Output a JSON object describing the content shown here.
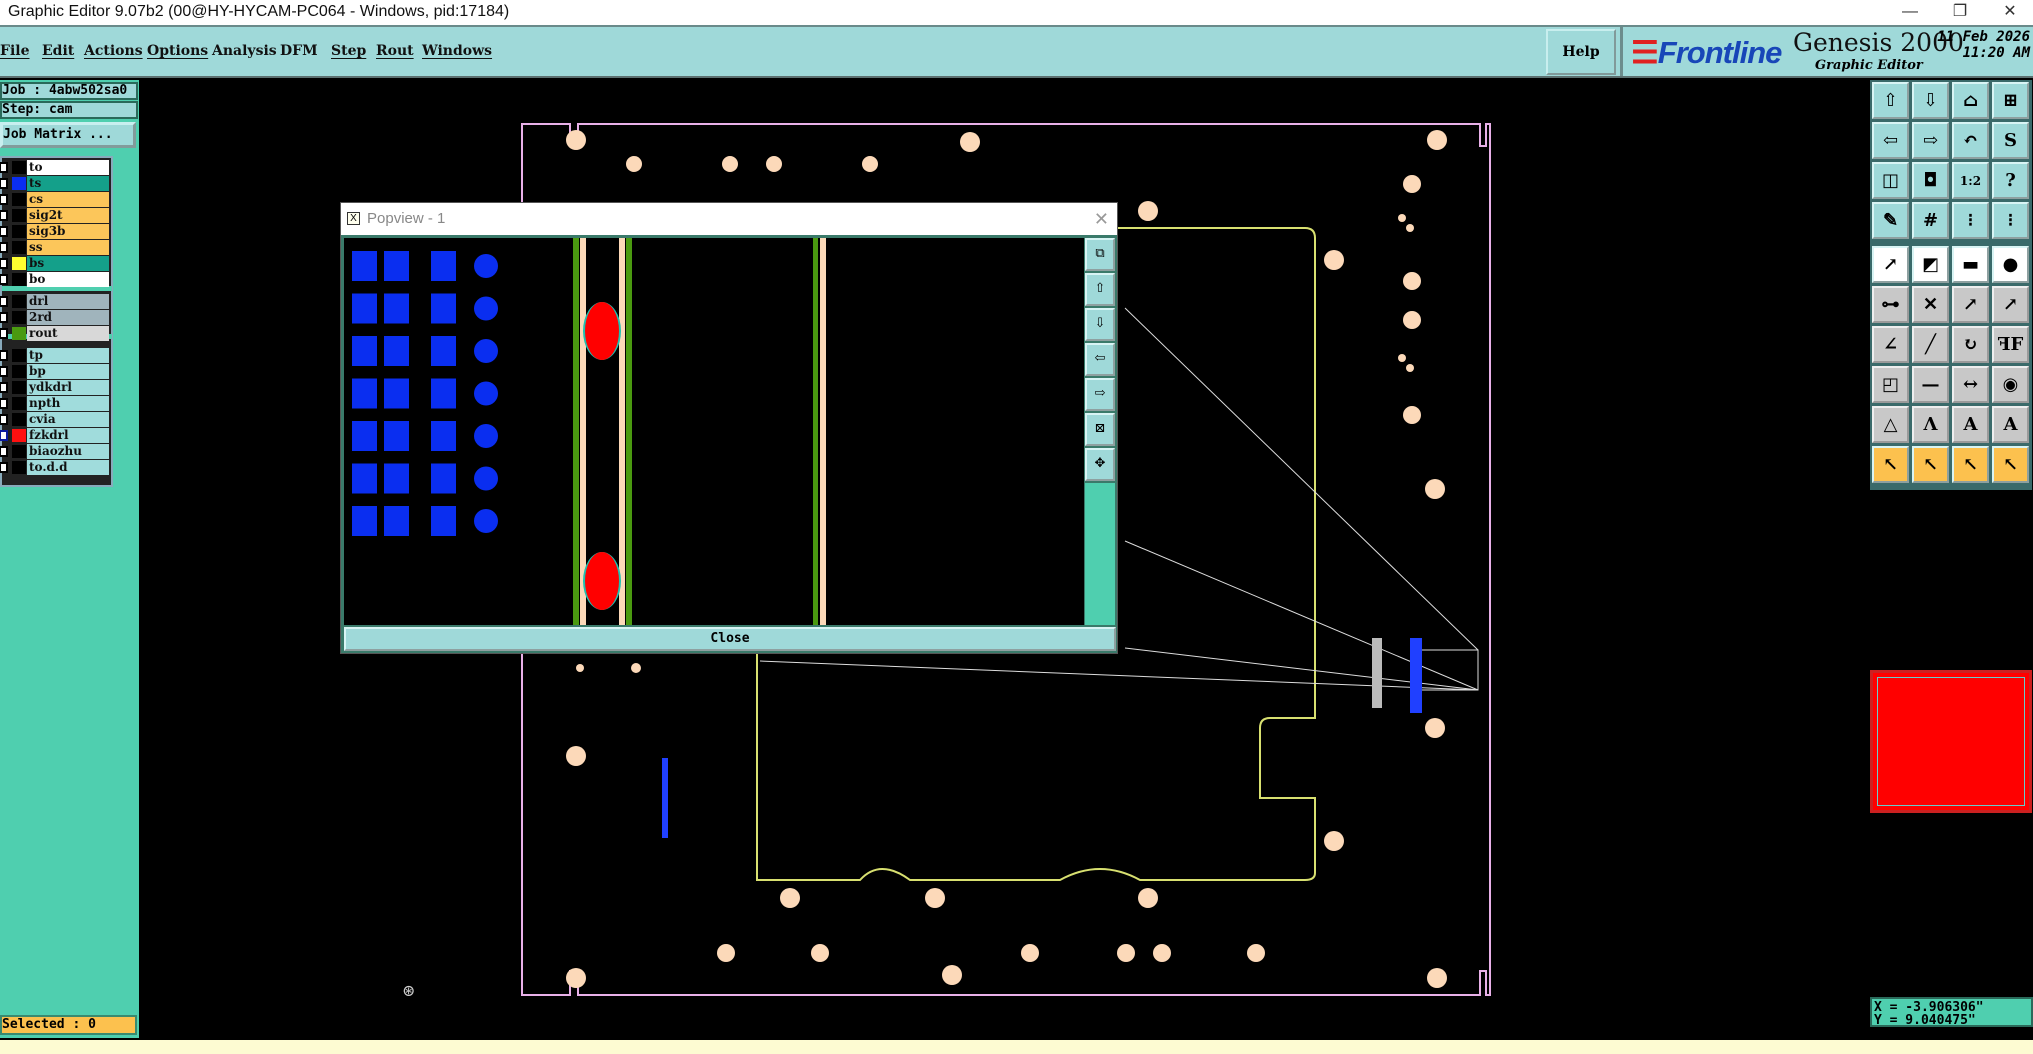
{
  "window": {
    "title": "Graphic Editor 9.07b2 (00@HY-HYCAM-PC064 - Windows, pid:17184)",
    "minimize": "—",
    "maximize": "❐",
    "close": "✕"
  },
  "menu": [
    "File",
    "Edit",
    "Actions",
    "Options",
    "Analysis",
    "DFM",
    "Step",
    "Rout",
    "Windows"
  ],
  "help": "Help",
  "brand": {
    "logo": "Frontline",
    "product": "Genesis 2000",
    "subtitle": "Graphic Editor",
    "date": "11 Feb 2026",
    "time": "11:20 AM"
  },
  "job": {
    "job_label": "Job : 4abw502sa0",
    "step_label": "Step: cam",
    "matrix_button": "Job Matrix ..."
  },
  "layers": [
    {
      "name": "to",
      "bg": "#ffffff",
      "swatch": ""
    },
    {
      "name": "ts",
      "bg": "#14a08a",
      "swatch": "#0a2ef0"
    },
    {
      "name": "cs",
      "bg": "#fcc65a",
      "swatch": ""
    },
    {
      "name": "sig2t",
      "bg": "#fcc65a",
      "swatch": ""
    },
    {
      "name": "sig3b",
      "bg": "#fcc65a",
      "swatch": ""
    },
    {
      "name": "ss",
      "bg": "#fcc65a",
      "swatch": ""
    },
    {
      "name": "bs",
      "bg": "#14a08a",
      "swatch": "#ffff30"
    },
    {
      "name": "bo",
      "bg": "#ffffff",
      "swatch": ""
    },
    {
      "name": "drl",
      "bg": "#a0b4bc",
      "swatch": ""
    },
    {
      "name": "2rd",
      "bg": "#a0b4bc",
      "swatch": ""
    },
    {
      "name": "rout",
      "bg": "#d8d8d8",
      "swatch": "#4a9a10"
    },
    {
      "name": "tp",
      "bg": "#a0dcdc",
      "swatch": ""
    },
    {
      "name": "bp",
      "bg": "#a0dcdc",
      "swatch": ""
    },
    {
      "name": "ydkdrl",
      "bg": "#a0dcdc",
      "swatch": ""
    },
    {
      "name": "npth",
      "bg": "#a0dcdc",
      "swatch": ""
    },
    {
      "name": "cvia",
      "bg": "#a0dcdc",
      "swatch": ""
    },
    {
      "name": "fzkdrl",
      "bg": "#a0dcdc",
      "swatch": "#ff1010",
      "active": true
    },
    {
      "name": "biaozhu",
      "bg": "#a0dcdc",
      "swatch": ""
    },
    {
      "name": "to.d.d",
      "bg": "#a0dcdc",
      "swatch": ""
    }
  ],
  "selected": "Selected : 0",
  "popview": {
    "title": "Popview - 1",
    "close_label": "Close"
  },
  "coords": {
    "x": "X = -3.906306\"",
    "y": "Y = 9.040475\""
  },
  "toolbar": [
    {
      "icon": "up-arrow-icon",
      "glyph": "⇧"
    },
    {
      "icon": "down-arrow-icon",
      "glyph": "⇩"
    },
    {
      "icon": "home-icon",
      "glyph": "⌂"
    },
    {
      "icon": "grid-xy-icon",
      "glyph": "⊞"
    },
    {
      "icon": "pan-left-icon",
      "glyph": "⇦"
    },
    {
      "icon": "pan-right-icon",
      "glyph": "⇨"
    },
    {
      "icon": "undo-view-icon",
      "glyph": "↶"
    },
    {
      "icon": "snake-icon",
      "glyph": "S"
    },
    {
      "icon": "zoom-out-icon",
      "glyph": "◫"
    },
    {
      "icon": "zoom-in-icon",
      "glyph": "◘"
    },
    {
      "icon": "scale-icon",
      "glyph": "1:2"
    },
    {
      "icon": "help-icon",
      "glyph": "?"
    },
    {
      "icon": "tools-icon",
      "glyph": "✎"
    },
    {
      "icon": "grid-icon",
      "glyph": "#"
    },
    {
      "icon": "net-top-icon",
      "glyph": "⁝"
    },
    {
      "icon": "net-bottom-icon",
      "glyph": "⁝"
    },
    {
      "icon": "move-icon",
      "glyph": "↗",
      "style": "w"
    },
    {
      "icon": "select-window-icon",
      "glyph": "◩",
      "style": "w"
    },
    {
      "icon": "ruler-icon",
      "glyph": "▬",
      "style": "w"
    },
    {
      "icon": "pad-icon",
      "glyph": "●",
      "style": "w"
    },
    {
      "icon": "connect-icon",
      "glyph": "⊶",
      "style": "g"
    },
    {
      "icon": "delete-icon",
      "glyph": "✕",
      "style": "g"
    },
    {
      "icon": "copy-icon",
      "glyph": "↗",
      "style": "g"
    },
    {
      "icon": "move-point-icon",
      "glyph": "↗",
      "style": "g"
    },
    {
      "icon": "line-icon",
      "glyph": "∠",
      "style": "g"
    },
    {
      "icon": "slant-line-icon",
      "glyph": "╱",
      "style": "g"
    },
    {
      "icon": "rotate-icon",
      "glyph": "↻",
      "style": "g"
    },
    {
      "icon": "mirror-icon",
      "glyph": "ꟻF",
      "style": "g"
    },
    {
      "icon": "move-pad-icon",
      "glyph": "◰",
      "style": "g"
    },
    {
      "icon": "segment-icon",
      "glyph": "—",
      "style": "g"
    },
    {
      "icon": "dimension-icon",
      "glyph": "↔",
      "style": "g"
    },
    {
      "icon": "merge-icon",
      "glyph": "◉",
      "style": "g"
    },
    {
      "icon": "arc-icon",
      "glyph": "△",
      "style": "g"
    },
    {
      "icon": "arc2-icon",
      "glyph": "Λ",
      "style": "g"
    },
    {
      "icon": "arc3-icon",
      "glyph": "A",
      "style": "g"
    },
    {
      "icon": "arc4-icon",
      "glyph": "A",
      "style": "g"
    },
    {
      "icon": "pointer-icon",
      "glyph": "↖",
      "style": "o"
    },
    {
      "icon": "pointer-box-icon",
      "glyph": "↖",
      "style": "o"
    },
    {
      "icon": "pointer-poly-icon",
      "glyph": "↖",
      "style": "o"
    },
    {
      "icon": "pointer-net-icon",
      "glyph": "↖",
      "style": "o"
    }
  ]
}
